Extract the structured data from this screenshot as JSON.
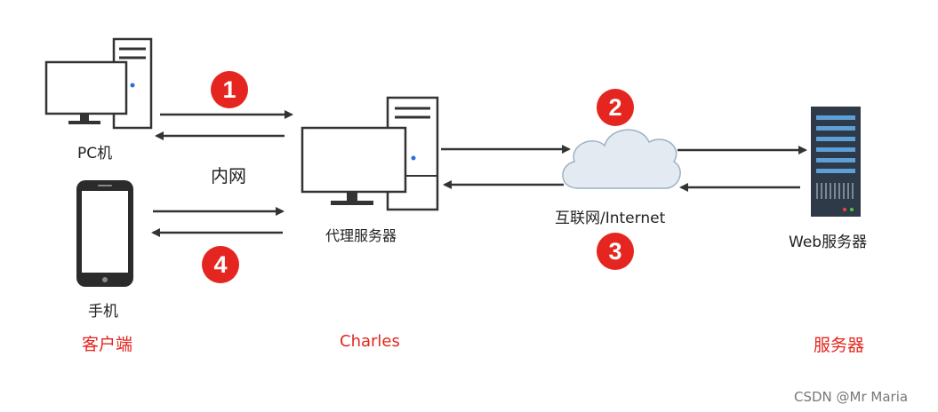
{
  "nodes": {
    "pc_label": "PC机",
    "phone_label": "手机",
    "proxy_label": "代理服务器",
    "internet_label": "互联网/Internet",
    "web_label": "Web服务器",
    "lan_label": "内网"
  },
  "roles": {
    "client": "客户端",
    "charles": "Charles",
    "server": "服务器"
  },
  "steps": [
    "1",
    "2",
    "3",
    "4"
  ],
  "watermark": "CSDN @Mr Maria",
  "colors": {
    "accent_red": "#e52620",
    "line": "#333333",
    "cloud": "#e3eaf2"
  }
}
